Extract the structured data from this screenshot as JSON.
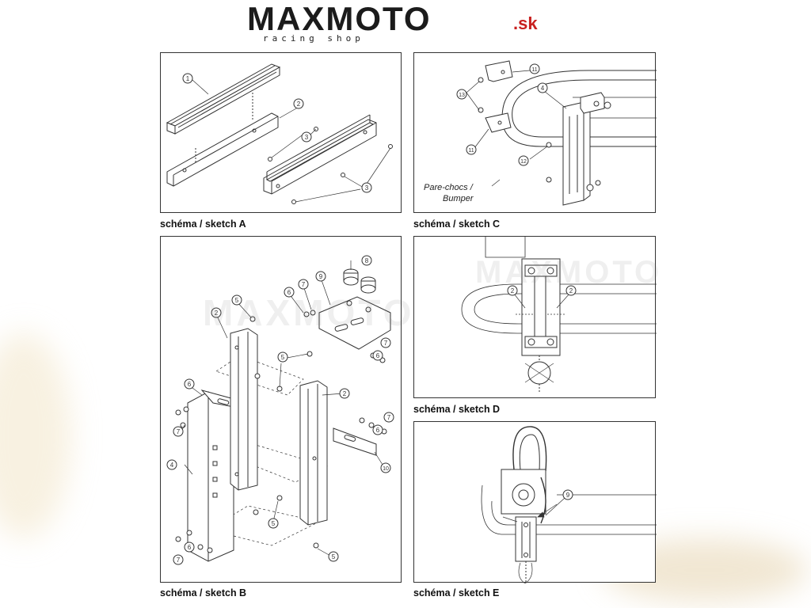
{
  "header": {
    "logo_text": "MAXMOTO",
    "logo_tld": ".sk",
    "tagline": "racing shop"
  },
  "panels": {
    "a": {
      "caption": "schéma / sketch A"
    },
    "b": {
      "caption": "schéma / sketch B"
    },
    "c": {
      "caption": "schéma / sketch C",
      "bumper_label_1": "Pare-chocs /",
      "bumper_label_2": "Bumper"
    },
    "d": {
      "caption": "schéma / sketch D"
    },
    "e": {
      "caption": "schéma / sketch E"
    }
  },
  "colors": {
    "line": "#333333",
    "logo_accent": "#c8201f",
    "logo_dark": "#1b1b1b"
  }
}
